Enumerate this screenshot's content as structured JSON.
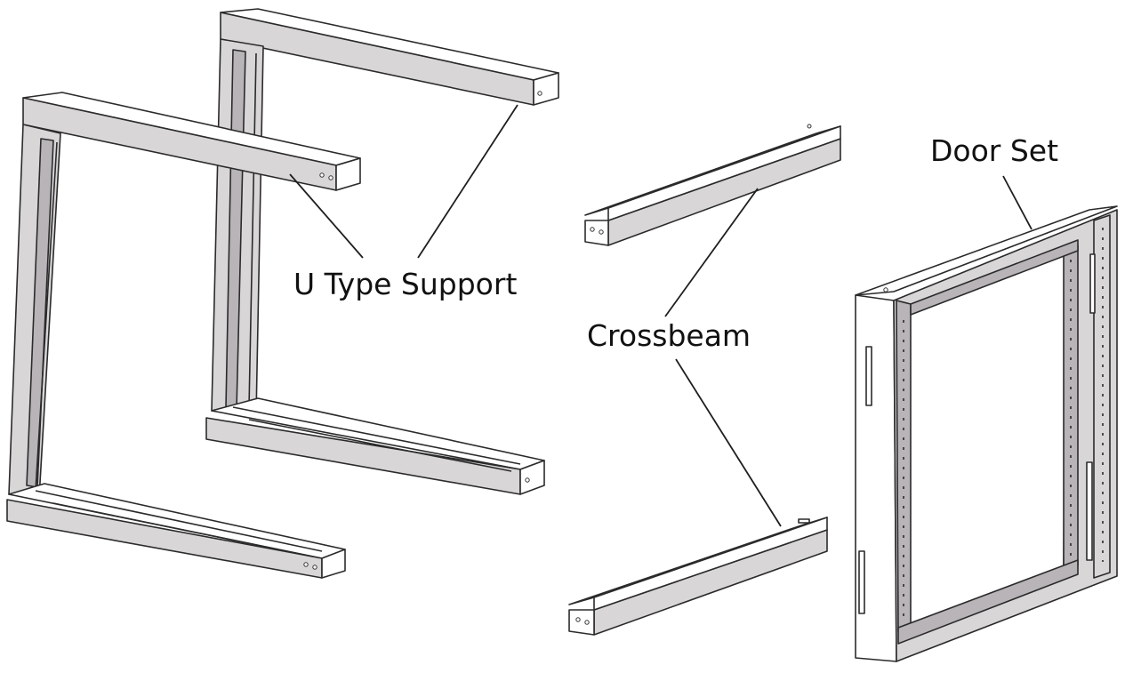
{
  "labels": {
    "u_type_support": "U Type Support",
    "crossbeam": "Crossbeam",
    "door_set": "Door Set"
  }
}
